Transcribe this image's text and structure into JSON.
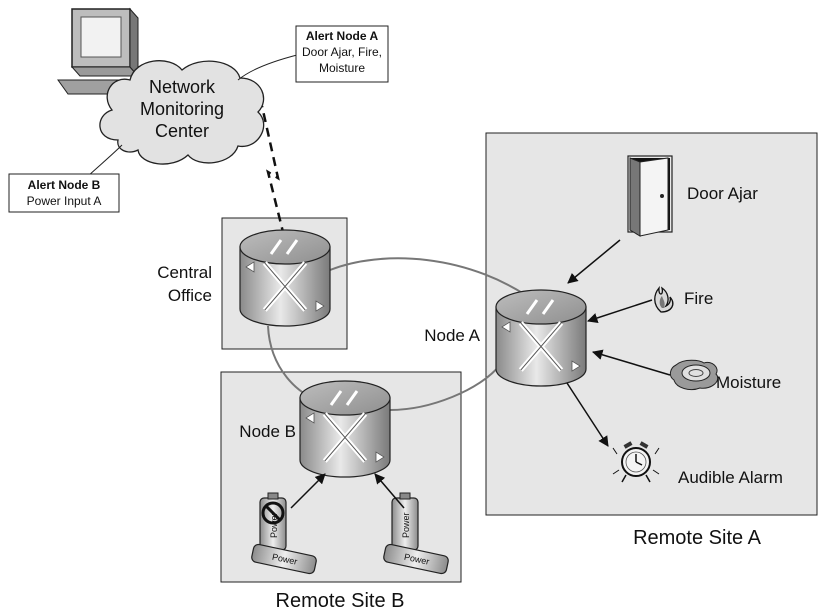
{
  "monitoring_center": {
    "label_lines": [
      "Network",
      "Monitoring",
      "Center"
    ]
  },
  "callout_a": {
    "title": "Alert Node A",
    "lines": [
      "Door Ajar, Fire,",
      "Moisture"
    ]
  },
  "callout_b": {
    "title": "Alert Node B",
    "lines": [
      "Power Input A"
    ]
  },
  "central_office": {
    "label_lines": [
      "Central",
      "Office"
    ]
  },
  "node_a": {
    "label": "Node A"
  },
  "node_b": {
    "label": "Node B"
  },
  "sensors": {
    "door": "Door Ajar",
    "fire": "Fire",
    "moisture": "Moisture",
    "alarm": "Audible Alarm"
  },
  "power_label": "Power",
  "sites": {
    "remote_a": "Remote Site A",
    "remote_b": "Remote Site B"
  },
  "colors": {
    "box_fill": "#e6e6e6",
    "cloud_fill": "#e2e2e2",
    "ring_line": "#777777"
  }
}
